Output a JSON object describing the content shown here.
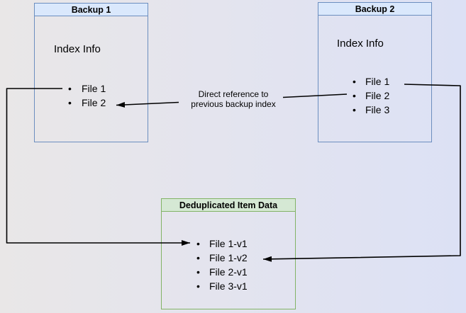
{
  "diagram": {
    "backup1": {
      "title": "Backup 1",
      "body_label": "Index Info",
      "files": [
        "File 1",
        "File 2"
      ]
    },
    "backup2": {
      "title": "Backup 2",
      "body_label": "Index Info",
      "files": [
        "File 1",
        "File 2",
        "File 3"
      ]
    },
    "dedup": {
      "title": "Deduplicated Item Data",
      "files": [
        "File 1-v1",
        "File 1-v2",
        "File 2-v1",
        "File 3-v1"
      ]
    },
    "edge_label": {
      "line1": "Direct reference to",
      "line2": "previous backup index"
    },
    "connectors": [
      {
        "name": "backup1-file1-to-dedup-file1v1"
      },
      {
        "name": "backup2-file1-to-dedup-file1v2"
      },
      {
        "name": "backup2-file2-to-backup1-file2-reference"
      }
    ],
    "colors": {
      "blue_border": "#6c8ebf",
      "blue_fill": "#dae8fc",
      "green_border": "#82b366",
      "green_fill": "#d5e8d4",
      "line": "#000000",
      "background_left": "#e9e7e7",
      "background_right": "#dce1f5"
    }
  }
}
